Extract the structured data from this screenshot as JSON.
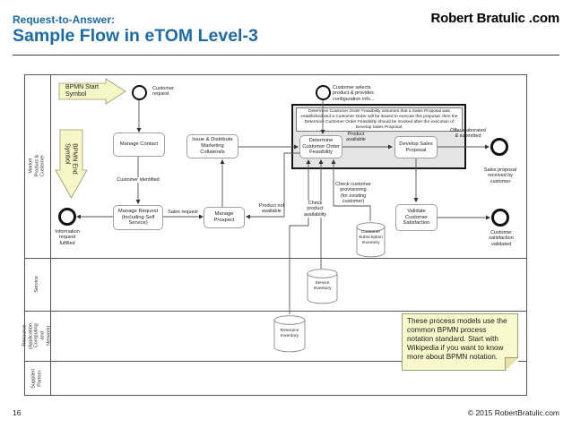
{
  "colors": {
    "accent_blue": "#1b6ba8",
    "callout_yellow": "#f7f6c6",
    "sticky_yellow": "#faf9cd",
    "group_gray": "#e5e5e5"
  },
  "header": {
    "kicker": "Request-to-Answer:",
    "title": "Sample Flow in eTOM Level-3",
    "logo": "Robert Bratulic .com"
  },
  "footer": {
    "page": "16",
    "copyright": "© 2015 RobertBratulic.com"
  },
  "pool": {
    "lanes": [
      {
        "label": "Market Product & Customer"
      },
      {
        "label": "Service"
      },
      {
        "label": "Resource\n(Application,\nComputing and\nNetwork)"
      },
      {
        "label": "Supplier/\nPartner"
      }
    ]
  },
  "callouts": {
    "start": "BPMN Start\nSymbol",
    "end": "BPMN End\nSymbol"
  },
  "sticky_note": "These process models use the\ncommon BPMN process\nnotation standard. Start with\nWikipedia if you want to know\nmore about BPMN notation.",
  "group_note": "Determine Customer Order Feasibility assumes that a Sales Proposal was established and a Customer Order will be issued to execute this proposal, then the Determine Customer Order Feasibility should be invoked after the execution of Develop Sales Proposal.",
  "tasks": {
    "manage_contact": "Manage Contact",
    "manage_request": "Manage Request\n(Including Self\nService)",
    "manage_prospect": "Manage Prospect",
    "issue_distribute": "Issue & Distribute\nMarketing\nCollaterals",
    "determine_feasibility": "Determine\nCustomer Order\nFeasibility",
    "develop_proposal": "Develop Sales\nProposal",
    "validate_satisfaction": "Validate\nCustomer\nSatisfaction"
  },
  "events": {
    "customer_request": "Customer\nrequest",
    "customer_selects": "Customer selects\nproduct & provides\nconfiguration info...",
    "information_fulfilled": "Information\nrequest\nfulfilled",
    "sales_proposal_received": "Sales proposal\nreceived by\ncustomer",
    "customer_satisfaction_validated": "Customer\nsatisfaction\nvalidated"
  },
  "flow_labels": {
    "customer_identified": "Customer identified",
    "sales_request": "Sales request",
    "product_not_available": "Product not\navailable",
    "check_product": "Check\nproduct\navailability",
    "check_customer": "Check customer\nprovisioning\n(for existing\ncustomer)",
    "product_available": "Product\navailable",
    "offer_elaborated": "Offer elaborated\n& submitted"
  },
  "datastores": {
    "customer_subscription": "Customer\nSubscription\nInventory",
    "service_inventory": "Service\nInventory",
    "resource_inventory": "Resource\nInventory"
  }
}
